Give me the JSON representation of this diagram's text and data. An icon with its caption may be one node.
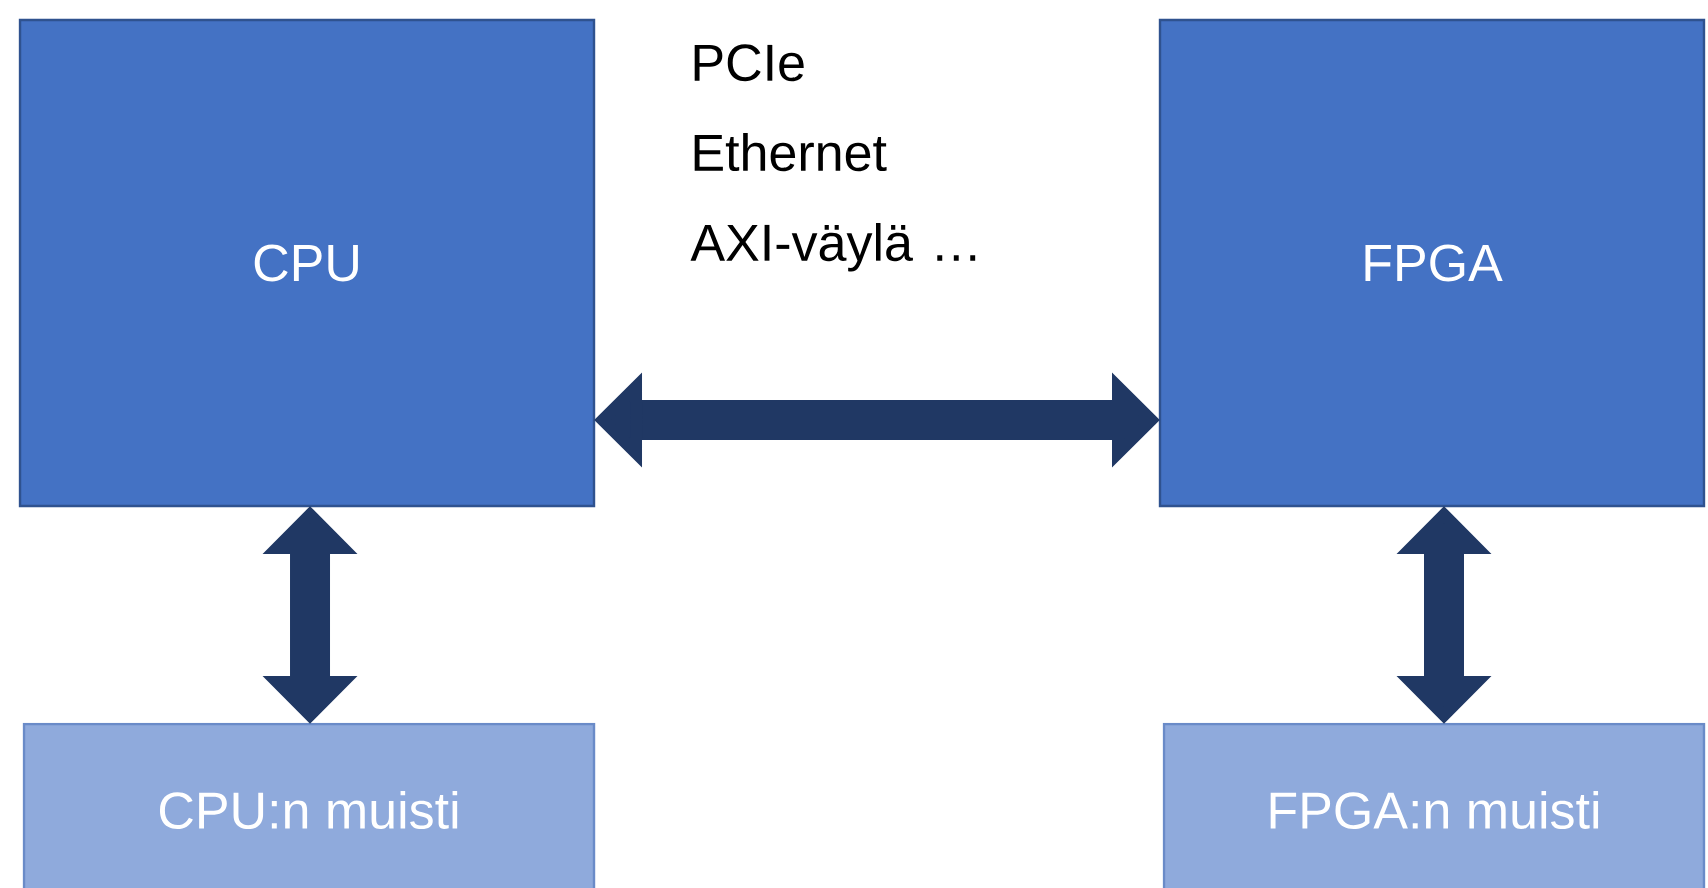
{
  "diagram": {
    "nodes": [
      {
        "text": [
          "CPU"
        ]
      },
      {
        "text": [
          "FPGA"
        ]
      },
      {
        "text": [
          "CPU:n muisti"
        ]
      },
      {
        "text": [
          "FPGA:n muisti"
        ]
      }
    ],
    "edges": [
      {
        "from": 0,
        "to": 1,
        "arrow": "both",
        "label": "PCIe Ethernet AXI-väylä …"
      },
      {
        "from": 0,
        "to": 2,
        "arrow": "both"
      },
      {
        "from": 1,
        "to": 3,
        "arrow": "both"
      }
    ]
  }
}
